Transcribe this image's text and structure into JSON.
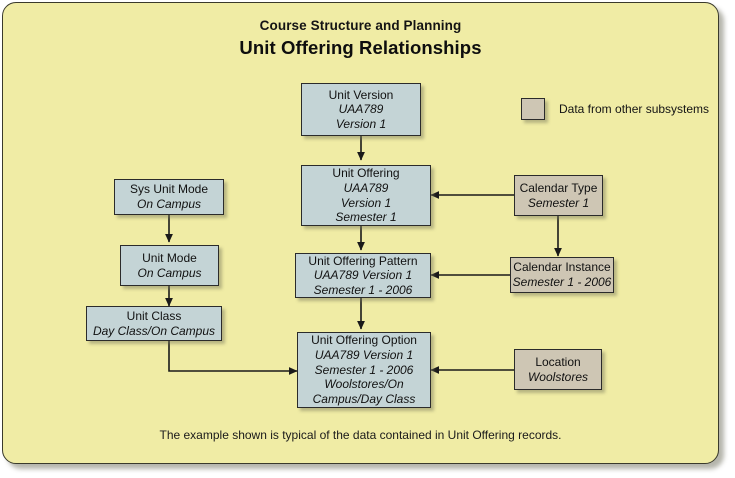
{
  "header": {
    "subtitle": "Course Structure and Planning",
    "title": "Unit Offering Relationships"
  },
  "legend": {
    "swatch_color": "#cec6b4",
    "label": "Data from other subsystems"
  },
  "footer": {
    "caption": "The example shown is typical of the data contained in Unit Offering records."
  },
  "palette": {
    "canvas": "#f0eca5",
    "core_entity": "#c4d4d6",
    "external_entity": "#cec6b4",
    "outline": "#2b2b2b",
    "connector": "#1a1a1a"
  },
  "nodes": [
    {
      "id": "unit-version",
      "kind": "core",
      "title": "Unit Version",
      "values": [
        "UAA789",
        "Version 1"
      ]
    },
    {
      "id": "unit-offering",
      "kind": "core",
      "title": "Unit Offering",
      "values": [
        "UAA789",
        "Version 1",
        "Semester 1"
      ]
    },
    {
      "id": "unit-offering-pattern",
      "kind": "core",
      "title": "Unit Offering Pattern",
      "values": [
        "UAA789 Version 1",
        "Semester 1 - 2006"
      ]
    },
    {
      "id": "unit-offering-option",
      "kind": "core",
      "title": "Unit Offering Option",
      "values": [
        "UAA789 Version 1",
        "Semester 1 - 2006",
        "Woolstores/On",
        "Campus/Day Class"
      ]
    },
    {
      "id": "sys-unit-mode",
      "kind": "core",
      "title": "Sys Unit Mode",
      "values": [
        "On Campus"
      ]
    },
    {
      "id": "unit-mode",
      "kind": "core",
      "title": "Unit Mode",
      "values": [
        "On Campus"
      ]
    },
    {
      "id": "unit-class",
      "kind": "core",
      "title": "Unit Class",
      "values": [
        "Day Class/On Campus"
      ]
    },
    {
      "id": "calendar-type",
      "kind": "external",
      "title": "Calendar Type",
      "values": [
        "Semester 1"
      ]
    },
    {
      "id": "calendar-instance",
      "kind": "external",
      "title": "Calendar Instance",
      "values": [
        "Semester 1 - 2006"
      ]
    },
    {
      "id": "location",
      "kind": "external",
      "title": "Location",
      "values": [
        "Woolstores"
      ]
    }
  ],
  "connectors": [
    {
      "from": "unit-version",
      "to": "unit-offering",
      "shape": "vertical"
    },
    {
      "from": "unit-offering",
      "to": "unit-offering-pattern",
      "shape": "vertical"
    },
    {
      "from": "unit-offering-pattern",
      "to": "unit-offering-option",
      "shape": "vertical"
    },
    {
      "from": "sys-unit-mode",
      "to": "unit-mode",
      "shape": "vertical"
    },
    {
      "from": "unit-mode",
      "to": "unit-class",
      "shape": "vertical"
    },
    {
      "from": "unit-class",
      "to": "unit-offering-option",
      "shape": "elbow-down-right"
    },
    {
      "from": "calendar-type",
      "to": "unit-offering",
      "shape": "horizontal-left"
    },
    {
      "from": "calendar-type",
      "to": "calendar-instance",
      "shape": "vertical"
    },
    {
      "from": "calendar-instance",
      "to": "unit-offering-pattern",
      "shape": "horizontal-left"
    },
    {
      "from": "location",
      "to": "unit-offering-option",
      "shape": "horizontal-left"
    }
  ]
}
